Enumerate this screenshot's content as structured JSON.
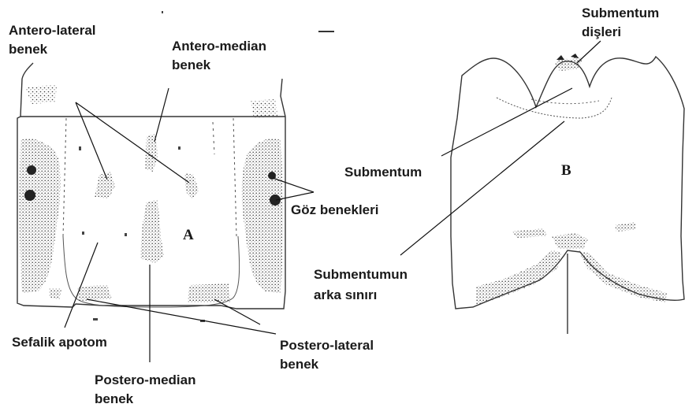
{
  "panels": {
    "a": {
      "letter": "A",
      "labels": {
        "antero_lateral": [
          "Antero-lateral",
          "benek"
        ],
        "antero_median": [
          "Antero-median",
          "benek"
        ],
        "goz": [
          "Göz benekleri"
        ],
        "sefalik": [
          "Sefalik apotom"
        ],
        "postero_lateral": [
          "Postero-lateral",
          "benek"
        ],
        "postero_median": [
          "Postero-median",
          "benek"
        ]
      }
    },
    "b": {
      "letter": "B",
      "labels": {
        "submentum_disleri": [
          "Submentum",
          "dişleri"
        ],
        "submentum": [
          "Submentum"
        ],
        "arka_siniri": [
          "Submentumun",
          "arka sınırı"
        ]
      }
    }
  }
}
